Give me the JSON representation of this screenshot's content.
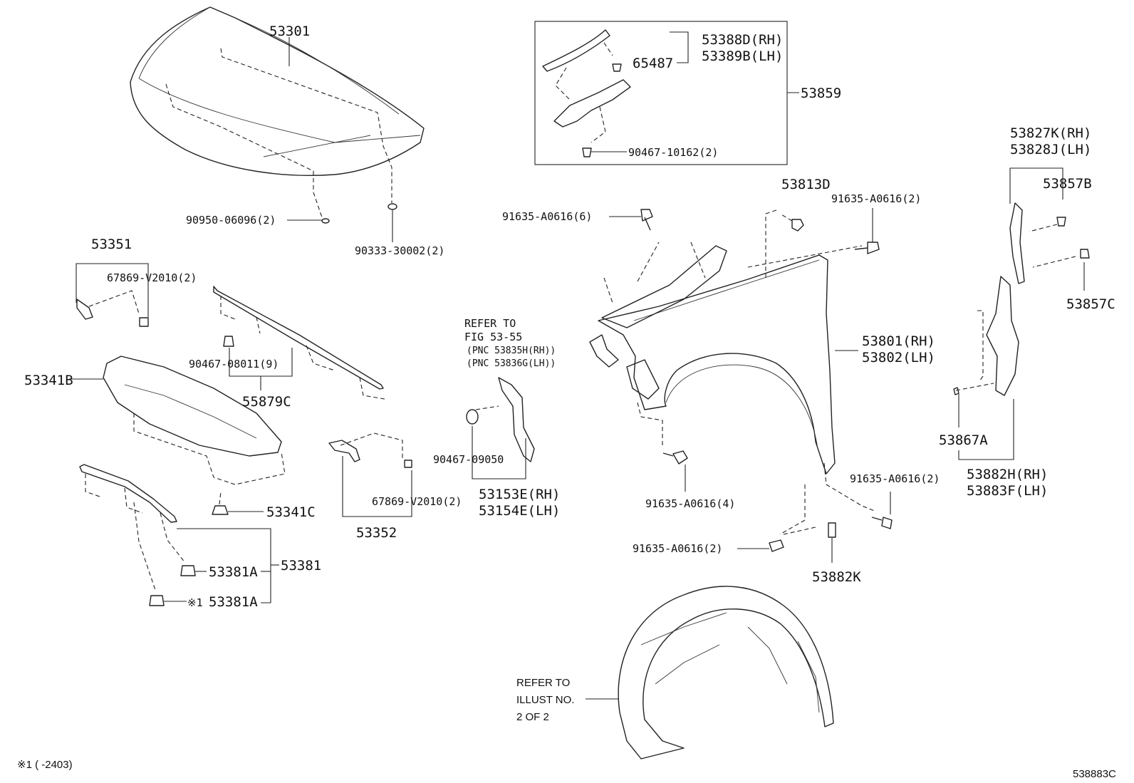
{
  "labels": {
    "hood": "53301",
    "seal_rh": "53388D(RH)",
    "seal_lh": "53389B(LH)",
    "clip_65487": "65487",
    "seal_assy": "53859",
    "clip_90467_10162": "90467-10162(2)",
    "side_rh": "53827K(RH)",
    "side_lh": "53828J(LH)",
    "retainer_b": "53857B",
    "retainer_c": "53857C",
    "stop_53813d": "53813D",
    "bolt_top_right": "91635-A0616(2)",
    "bolt_top_left": "91635-A0616(6)",
    "cushion_90950": "90950-06096(2)",
    "support_90333": "90333-30002(2)",
    "lock_53351": "53351",
    "clip_67869_top": "67869-V2010(2)",
    "insulator_53341b": "53341B",
    "clip_90467_08011": "90467-08011(9)",
    "strip_55879c": "55879C",
    "clip_53341c": "53341C",
    "refer_fig_l1": "REFER TO",
    "refer_fig_l2": "FIG 53-55",
    "refer_fig_l3": "(PNC 53835H(RH))",
    "refer_fig_l4": "(PNC 53836G(LH))",
    "fender_rh": "53801(RH)",
    "fender_lh": "53802(LH)",
    "seal_53867a": "53867A",
    "panel_rh": "53882H(RH)",
    "panel_lh": "53883F(LH)",
    "clip_90467_09050": "90467-09050",
    "bracket_rh": "53153E(RH)",
    "bracket_lh": "53154E(LH)",
    "clip_67869_bottom": "67869-V2010(2)",
    "lock_53352": "53352",
    "bolt_mid": "91635-A0616(4)",
    "bolt_right": "91635-A0616(2)",
    "bolt_bottom": "91635-A0616(2)",
    "plate_53882k": "53882K",
    "clip_53381a_1": "53381A",
    "clip_53381a_2": "53381A",
    "note_mark": "※1",
    "seal_53381": "53381",
    "refer_illust_l1": "REFER TO",
    "refer_illust_l2": "ILLUST NO.",
    "refer_illust_l3": "2 OF 2",
    "footnote": "※1 (        -2403)",
    "diagram_code": "538883C"
  }
}
